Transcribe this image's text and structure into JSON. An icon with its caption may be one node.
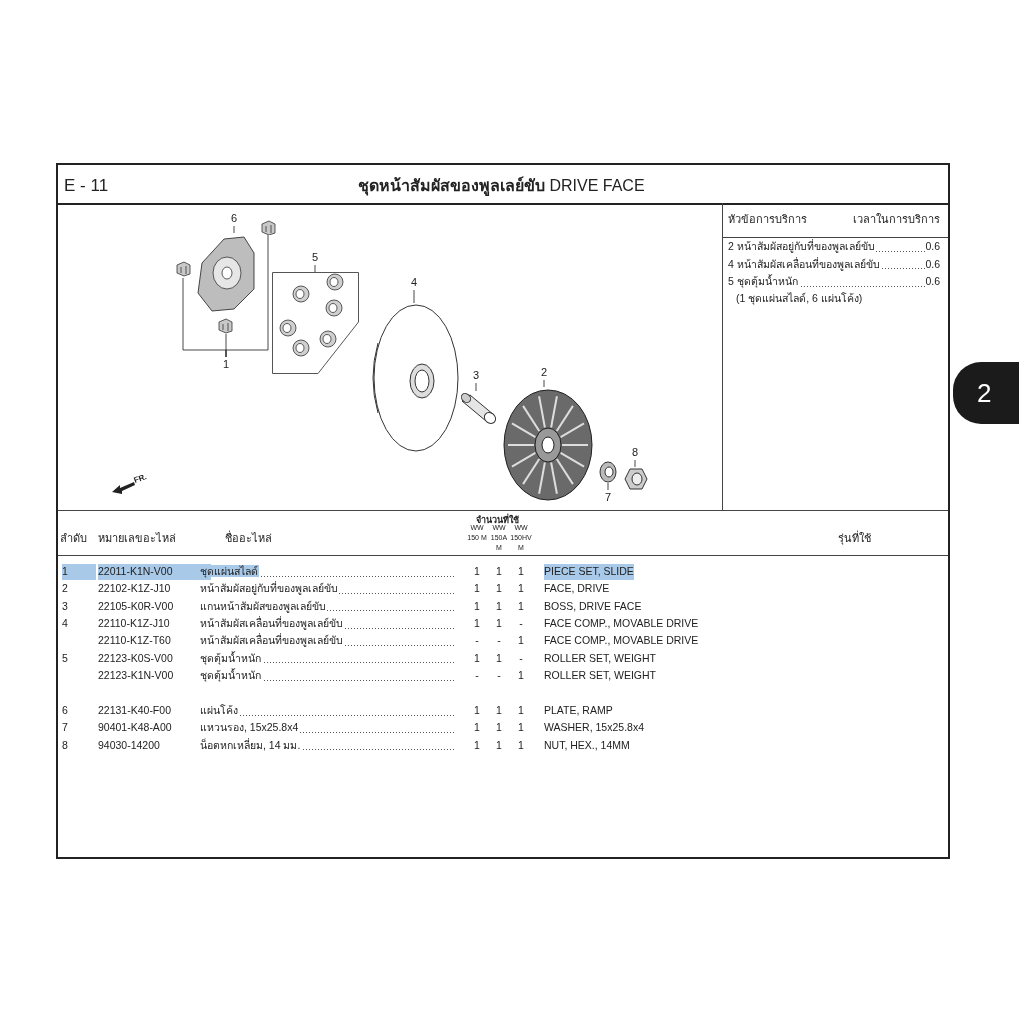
{
  "diagram": {
    "title": "**ชุดหน้าสัมผัสของพูลเลย์ขับ** DRIVE FACE",
    "nodes": [
      {
        "text": [
          "6"
        ]
      },
      {
        "text": [],
        "shape": "picture"
      },
      {
        "text": [],
        "shape": "picture"
      },
      {
        "text": [],
        "shape": "picture"
      },
      {
        "text": [],
        "shape": "picture"
      },
      {
        "text": [
          "1"
        ]
      },
      {
        "text": [
          "5"
        ]
      },
      {
        "text": [],
        "shape": "picture"
      },
      {
        "text": [
          "4"
        ]
      },
      {
        "text": [],
        "shape": "picture"
      },
      {
        "text": [
          "3"
        ]
      },
      {
        "text": [],
        "shape": "picture"
      },
      {
        "text": [
          "2"
        ]
      },
      {
        "text": [],
        "shape": "picture"
      },
      {
        "text": [
          "7"
        ]
      },
      {
        "text": [],
        "shape": "picture"
      },
      {
        "text": [
          "8"
        ]
      },
      {
        "text": [],
        "shape": "picture"
      }
    ],
    "edges": [
      {
        "from": 0,
        "to": 1,
        "arrow": "none"
      },
      {
        "from": 5,
        "to": 2,
        "arrow": "none"
      },
      {
        "from": 5,
        "to": 3,
        "arrow": "none"
      },
      {
        "from": 5,
        "to": 4,
        "arrow": "none"
      },
      {
        "from": 6,
        "to": 7,
        "arrow": "none"
      },
      {
        "from": 8,
        "to": 9,
        "arrow": "none"
      },
      {
        "from": 10,
        "to": 11,
        "arrow": "none"
      },
      {
        "from": 12,
        "to": 13,
        "arrow": "none"
      },
      {
        "from": 14,
        "to": 15,
        "arrow": "none"
      },
      {
        "from": 16,
        "to": 17,
        "arrow": "none"
      }
    ],
    "labels": [
      "E - 11",
      "หัวข้อการบริการ",
      "เวลาในการบริการ",
      "2 หน้าสัมผัสอยู่กับที่ของพูลเลย์ขับ",
      "0.6",
      "4 หน้าสัมผัสเคลื่อนที่ของพูลเลย์ขับ",
      "0.6",
      "5 ชุดตุ้มน้ำหนัก",
      "0.6",
      "(1 ชุดแผ่นสไลด์, 6 แผ่นโค้ง)",
      "FR.",
      "ลำดับ",
      "หมายเลขอะไหล่",
      "ชื่ออะไหล่",
      "จำนวนที่ใช้",
      "WW 150 M",
      "WW 150A M",
      "WW 150HV M",
      "รุ่นที่ใช้",
      "1",
      "22011-K1N-V00",
      "ชุดแผ่นสไลด์",
      "1",
      "1",
      "1",
      "PIECE SET, SLIDE",
      "2",
      "22102-K1Z-J10",
      "หน้าสัมผัสอยู่กับที่ของพูลเลย์ขับ",
      "1",
      "1",
      "1",
      "FACE, DRIVE",
      "3",
      "22105-K0R-V00",
      "แกนหน้าสัมผัสของพูลเลย์ขับ",
      "1",
      "1",
      "1",
      "BOSS, DRIVE FACE",
      "4",
      "22110-K1Z-J10",
      "หน้าสัมผัสเคลื่อนที่ของพูลเลย์ขับ",
      "1",
      "1",
      "-",
      "FACE COMP., MOVABLE DRIVE",
      "22110-K1Z-T60",
      "หน้าสัมผัสเคลื่อนที่ของพูลเลย์ขับ",
      "-",
      "-",
      "1",
      "FACE COMP., MOVABLE DRIVE",
      "5",
      "22123-K0S-V00",
      "ชุดตุ้มน้ำหนัก",
      "1",
      "1",
      "-",
      "ROLLER SET, WEIGHT",
      "22123-K1N-V00",
      "ชุดตุ้มน้ำหนัก",
      "-",
      "-",
      "1",
      "ROLLER SET, WEIGHT",
      "6",
      "22131-K40-F00",
      "แผ่นโค้ง",
      "1",
      "1",
      "1",
      "PLATE, RAMP",
      "7",
      "90401-K48-A00",
      "แหวนรอง, 15x25.8x4",
      "1",
      "1",
      "1",
      "WASHER, 15x25.8x4",
      "8",
      "94030-14200",
      "น็อตหกเหลี่ยม, 14 มม.",
      "1",
      "1",
      "1",
      "NUT, HEX., 14MM",
      "2"
    ]
  }
}
